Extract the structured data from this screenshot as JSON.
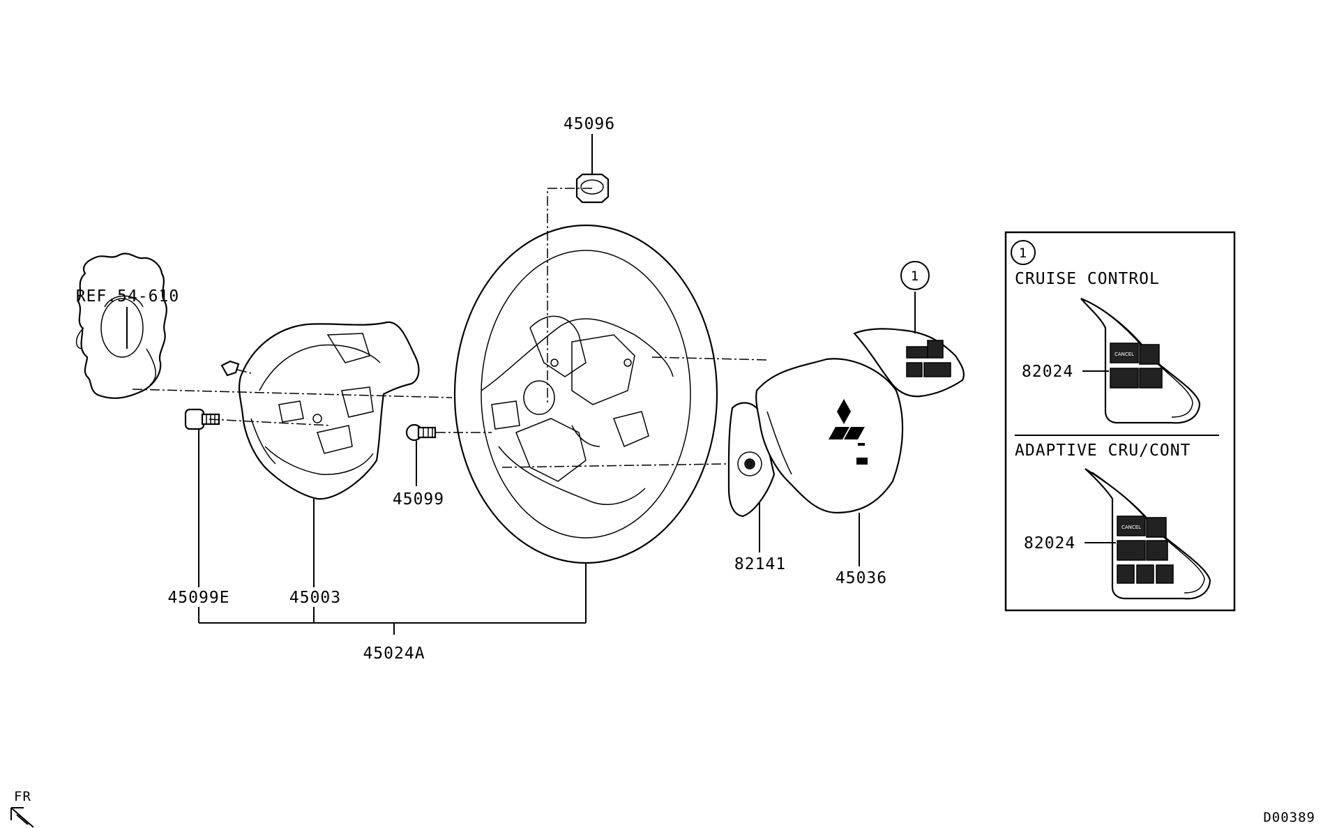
{
  "diagram": {
    "labels": {
      "p45096": "45096",
      "ref": "REF.54-610",
      "p45099": "45099",
      "p45099e": "45099E",
      "p45003": "45003",
      "p45024a": "45024A",
      "p82141": "82141",
      "p45036": "45036",
      "callout": "1"
    },
    "inset": {
      "callout": "1",
      "section1_title": "CRUISE CONTROL",
      "section1_part": "82024",
      "section2_title": "ADAPTIVE CRU/CONT",
      "section2_part": "82024",
      "switch_text": "CANCEL"
    },
    "orientation_label": "FR",
    "drawing_code": "D00389"
  }
}
